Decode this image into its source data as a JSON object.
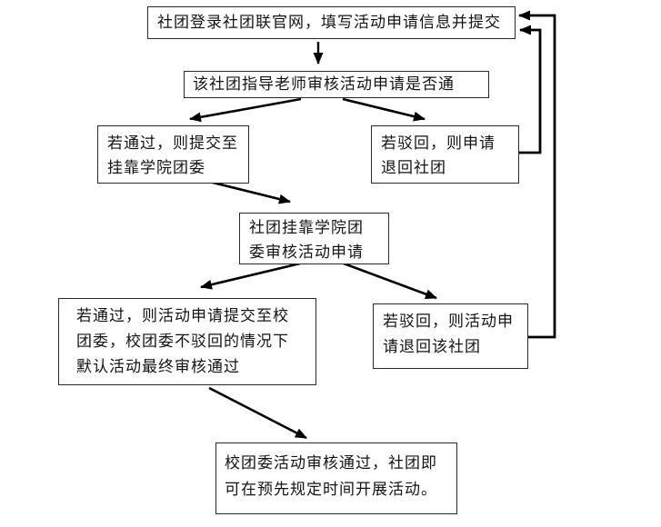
{
  "diagram": {
    "background_color": "#ffffff",
    "line_color": "#000000",
    "box_border_color": "#2b2b2b"
  },
  "nodes": [
    {
      "id": "submit-application",
      "text": "社团登录社团联官网，填写活动申请信息并提交"
    },
    {
      "id": "teacher-review",
      "text": "该社团指导老师审核活动申请是否通"
    },
    {
      "id": "teacher-approved",
      "text": "若通过，则提交至\n挂靠学院团委"
    },
    {
      "id": "teacher-rejected",
      "text": "若驳回，则申请\n退回社团"
    },
    {
      "id": "college-review",
      "text": "社团挂靠学院团\n委审核活动申请"
    },
    {
      "id": "college-approved",
      "text": "若通过，则活动申请提交至校\n团委，校团委不驳回的情况下\n默认活动最终审核通过"
    },
    {
      "id": "college-rejected",
      "text": "若驳回，则活动申\n请退回该社团"
    },
    {
      "id": "final-approved",
      "text": "校团委活动审核通过，社团即\n可在预先规定时间开展活动。"
    }
  ],
  "edges": [
    {
      "from": "submit-application",
      "to": "teacher-review",
      "kind": "arrow"
    },
    {
      "from": "teacher-review",
      "to": "teacher-approved",
      "kind": "arrow"
    },
    {
      "from": "teacher-review",
      "to": "teacher-rejected",
      "kind": "arrow"
    },
    {
      "from": "teacher-approved",
      "to": "college-review",
      "kind": "arrow"
    },
    {
      "from": "college-review",
      "to": "college-approved",
      "kind": "arrow"
    },
    {
      "from": "college-review",
      "to": "college-rejected",
      "kind": "arrow"
    },
    {
      "from": "college-approved",
      "to": "final-approved",
      "kind": "arrow"
    },
    {
      "from": "teacher-rejected",
      "to": "submit-application",
      "kind": "feedback-arrow"
    },
    {
      "from": "college-rejected",
      "to": "submit-application",
      "kind": "feedback-arrow"
    }
  ]
}
